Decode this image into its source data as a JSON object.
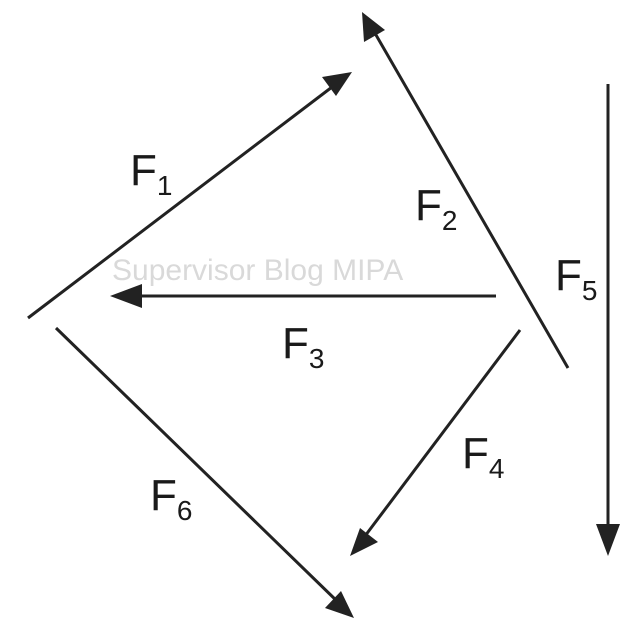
{
  "diagram": {
    "watermark": "Supervisor Blog MIPA",
    "vectors": [
      {
        "id": "F1",
        "letter": "F",
        "subscript": "1"
      },
      {
        "id": "F2",
        "letter": "F",
        "subscript": "2"
      },
      {
        "id": "F3",
        "letter": "F",
        "subscript": "3"
      },
      {
        "id": "F4",
        "letter": "F",
        "subscript": "4"
      },
      {
        "id": "F5",
        "letter": "F",
        "subscript": "5"
      },
      {
        "id": "F6",
        "letter": "F",
        "subscript": "6"
      }
    ],
    "colors": {
      "stroke": "#222222",
      "watermark": "#d9d9d9"
    }
  }
}
